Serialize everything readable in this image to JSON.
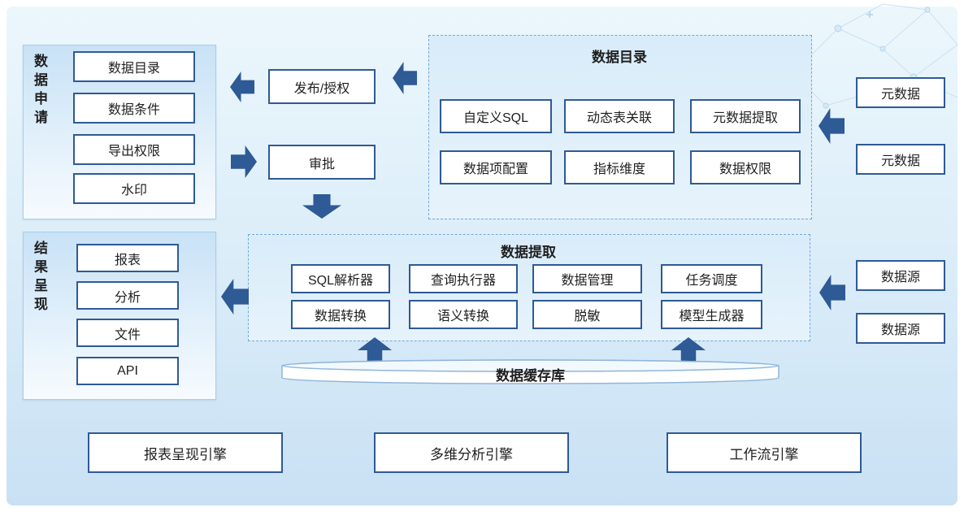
{
  "apply_panel": {
    "label": "数据申请",
    "items": [
      "数据目录",
      "数据条件",
      "导出权限",
      "水印"
    ]
  },
  "flow": {
    "publish_label": "发布/授权",
    "approve_label": "审批"
  },
  "catalog_panel": {
    "title": "数据目录",
    "items": [
      "自定义SQL",
      "动态表关联",
      "元数据提取",
      "数据项配置",
      "指标维度",
      "数据权限"
    ]
  },
  "metadata_boxes": [
    "元数据",
    "元数据"
  ],
  "extract_panel": {
    "title": "数据提取",
    "items": [
      "SQL解析器",
      "查询执行器",
      "数据管理",
      "任务调度",
      "数据转换",
      "语义转换",
      "脱敏",
      "模型生成器"
    ]
  },
  "datasource_boxes": [
    "数据源",
    "数据源"
  ],
  "result_panel": {
    "label": "结果呈现",
    "items": [
      "报表",
      "分析",
      "文件",
      "API"
    ]
  },
  "cache": {
    "label": "数据缓存库"
  },
  "engines": [
    "报表呈现引擎",
    "多维分析引擎",
    "工作流引擎"
  ],
  "colors": {
    "arrow": "#2e5a96",
    "box_border": "#2e5a96",
    "panel_dashed_border": "#6fa8dc",
    "background_top": "#ecf7fc",
    "background_bottom": "#c9e1f4"
  }
}
